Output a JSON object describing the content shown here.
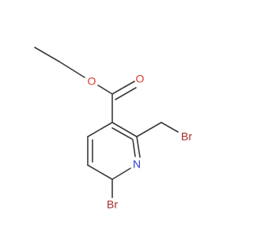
{
  "molecule": {
    "atoms": {
      "oxygen_ester": {
        "label": "O",
        "color": "#e03a2e"
      },
      "oxygen_carbonyl": {
        "label": "O",
        "color": "#e03a2e"
      },
      "bromine_methyl": {
        "label": "Br",
        "color": "#a5292a"
      },
      "nitrogen_ring": {
        "label": "N",
        "color": "#2f3fd0"
      },
      "bromine_ring": {
        "label": "Br",
        "color": "#a5292a"
      }
    },
    "bond_color": "#3a3a3a"
  }
}
